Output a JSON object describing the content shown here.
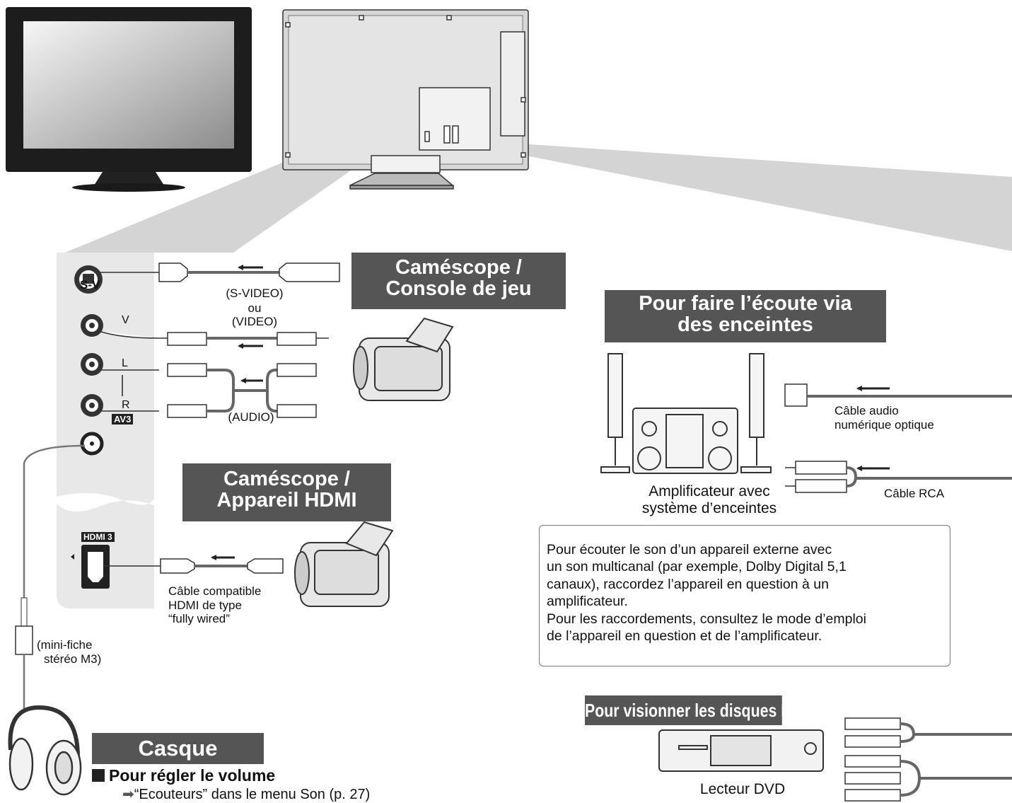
{
  "ports": {
    "s_video": "S-V",
    "video": "V",
    "audio_l": "L",
    "audio_r": "R",
    "av_badge": "AV3",
    "hdmi_badge": "HDMI 3"
  },
  "camcorder_game": {
    "title_line1": "Caméscope /",
    "title_line2": "Console de jeu",
    "svideo_label": "(S-VIDEO)",
    "or_label": "ou",
    "video_label": "(VIDEO)",
    "audio_label": "(AUDIO)"
  },
  "camcorder_hdmi": {
    "title_line1": "Caméscope /",
    "title_line2": "Appareil HDMI",
    "cable_line1": "Câble compatible",
    "cable_line2": "HDMI de type",
    "cable_line3": "“fully wired”"
  },
  "headphones": {
    "plug_line1": "(mini-fiche",
    "plug_line2": "stéréo M3)",
    "title": "Casque",
    "volume_heading": "Pour régler le volume",
    "volume_ref": "“Ecouteurs” dans le menu Son (p. 27)"
  },
  "speakers": {
    "title_line1": "Pour faire l’écoute via",
    "title_line2": "des enceintes",
    "amp_line1": "Amplificateur avec",
    "amp_line2": "système d’enceintes",
    "optical_line1": "Câble audio",
    "optical_line2": "numérique optique",
    "rca_label": "Câble RCA",
    "note_lines": [
      "Pour écouter le son d’un appareil externe avec",
      "un son multicanal (par exemple, Dolby Digital 5,1",
      "canaux), raccordez l’appareil en question à un",
      "amplificateur.",
      "Pour les raccordements, consultez le mode d’emploi",
      "de l’appareil en question et de l’amplificateur."
    ]
  },
  "dvd": {
    "title": "Pour visionner les disques DVD",
    "player_label": "Lecteur DVD"
  },
  "colors": {
    "title_bg": "#555555",
    "panel_bg": "#e8e8e8",
    "cable": "#666666"
  }
}
